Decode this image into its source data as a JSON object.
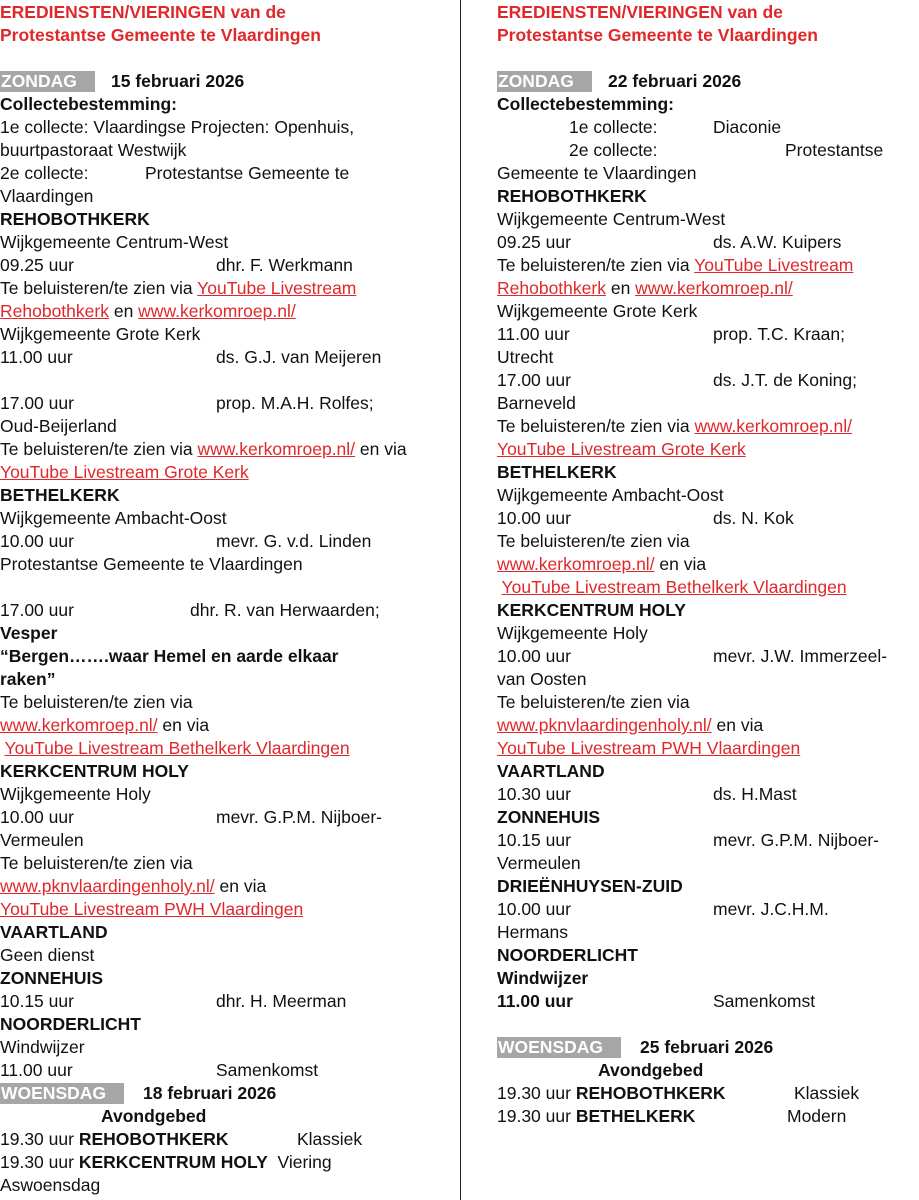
{
  "left": {
    "lines": [
      [
        {
          "t": "EREDIENSTEN/VIERINGEN van de",
          "s": "title"
        }
      ],
      [
        {
          "t": "Protestantse Gemeente te Vlaardingen",
          "s": "title"
        }
      ],
      [],
      [
        {
          "t": "ZONDAG",
          "s": "badge"
        },
        {
          "t": "15 februari 2026",
          "s": "b",
          "tab": "date1"
        }
      ],
      [
        {
          "t": "Collectebestemming:",
          "s": "b"
        }
      ],
      [
        {
          "t": "1e collecte: Vlaardingse Projecten: Openhuis,"
        }
      ],
      [
        {
          "t": "buurtpastoraat Westwijk"
        }
      ],
      [
        {
          "t": "2e collecte:"
        },
        {
          "t": "Protestantse Gemeente te",
          "tab": "coll"
        }
      ],
      [
        {
          "t": "Vlaardingen"
        }
      ],
      [
        {
          "t": "REHOBOTHKERK",
          "s": "b"
        }
      ],
      [
        {
          "t": "Wijkgemeente Centrum-West"
        }
      ],
      [
        {
          "t": "09.25 uur"
        },
        {
          "t": "dhr. F. Werkmann",
          "tab": "name"
        }
      ],
      [
        {
          "t": "Te beluisteren/te zien via "
        },
        {
          "t": "YouTube Livestream",
          "s": "link"
        }
      ],
      [
        {
          "t": "Rehobothkerk",
          "s": "link"
        },
        {
          "t": " en "
        },
        {
          "t": "www.kerkomroep.nl/",
          "s": "link"
        }
      ],
      [
        {
          "t": "Wijkgemeente Grote Kerk"
        }
      ],
      [
        {
          "t": "11.00 uur"
        },
        {
          "t": "ds. G.J. van Meijeren",
          "tab": "name"
        }
      ],
      [],
      [
        {
          "t": "17.00 uur"
        },
        {
          "t": "prop. M.A.H. Rolfes;",
          "tab": "name"
        }
      ],
      [
        {
          "t": "Oud-Beijerland"
        }
      ],
      [
        {
          "t": "Te beluisteren/te zien via "
        },
        {
          "t": "www.kerkomroep.nl/",
          "s": "link"
        },
        {
          "t": " en via"
        }
      ],
      [
        {
          "t": "YouTube Livestream Grote Kerk",
          "s": "link"
        }
      ],
      [
        {
          "t": "BETHELKERK",
          "s": "b"
        }
      ],
      [
        {
          "t": "Wijkgemeente Ambacht-Oost"
        }
      ],
      [
        {
          "t": "10.00 uur"
        },
        {
          "t": "mevr. G. v.d. Linden",
          "tab": "name"
        }
      ],
      [
        {
          "t": "Protestantse Gemeente te Vlaardingen"
        }
      ],
      [],
      [
        {
          "t": "17.00 uur"
        },
        {
          "t": "dhr. R. van Herwaarden;",
          "tab": "name2"
        }
      ],
      [
        {
          "t": "Vesper",
          "s": "b"
        }
      ],
      [
        {
          "t": "“Bergen…….waar Hemel en aarde elkaar",
          "s": "b"
        }
      ],
      [
        {
          "t": "raken”",
          "s": "b"
        }
      ],
      [
        {
          "t": "Te beluisteren/te zien via"
        }
      ],
      [
        {
          "t": "www.kerkomroep.nl/",
          "s": "link"
        },
        {
          "t": " en via"
        }
      ],
      [
        {
          "t": " "
        },
        {
          "t": "YouTube Livestream Bethelkerk Vlaardingen",
          "s": "link"
        }
      ],
      [
        {
          "t": "KERKCENTRUM HOLY",
          "s": "b"
        }
      ],
      [
        {
          "t": "Wijkgemeente Holy"
        }
      ],
      [
        {
          "t": "10.00 uur"
        },
        {
          "t": "mevr. G.P.M. Nijboer-",
          "tab": "name"
        }
      ],
      [
        {
          "t": "Vermeulen"
        }
      ],
      [
        {
          "t": "Te beluisteren/te zien via"
        }
      ],
      [
        {
          "t": "www.pknvlaardingenholy.nl/",
          "s": "link"
        },
        {
          "t": " en via"
        }
      ],
      [
        {
          "t": "YouTube Livestream PWH Vlaardingen",
          "s": "link"
        }
      ],
      [
        {
          "t": "VAARTLAND",
          "s": "b"
        }
      ],
      [
        {
          "t": "Geen dienst"
        }
      ],
      [
        {
          "t": "ZONNEHUIS",
          "s": "b"
        }
      ],
      [
        {
          "t": "10.15 uur"
        },
        {
          "t": "dhr. H. Meerman",
          "tab": "name"
        }
      ],
      [
        {
          "t": "NOORDERLICHT",
          "s": "b"
        }
      ],
      [
        {
          "t": "Windwijzer"
        }
      ],
      [
        {
          "t": "11.00 uur"
        },
        {
          "t": "Samenkomst",
          "tab": "name"
        }
      ],
      [
        {
          "t": "WOENSDAG",
          "s": "badge"
        },
        {
          "t": "18 februari 2026",
          "s": "b",
          "tab": "date2"
        }
      ],
      [
        {
          "t": "Avondgebed",
          "s": "b",
          "tab": "avond"
        }
      ],
      [
        {
          "t": "19.30 uur "
        },
        {
          "t": "REHOBOTHKERK",
          "s": "b"
        },
        {
          "t": "Klassiek",
          "tab": "kind"
        }
      ],
      [
        {
          "t": "19.30 uur "
        },
        {
          "t": "KERKCENTRUM HOLY",
          "s": "b"
        },
        {
          "t": "  Viering"
        }
      ],
      [
        {
          "t": "Aswoensdag"
        }
      ]
    ]
  },
  "right": {
    "lines": [
      [
        {
          "t": "EREDIENSTEN/VIERINGEN van de",
          "s": "title"
        }
      ],
      [
        {
          "t": "Protestantse Gemeente te Vlaardingen",
          "s": "title"
        }
      ],
      [],
      [
        {
          "t": "ZONDAG",
          "s": "badge"
        },
        {
          "t": "22 februari 2026",
          "s": "b",
          "tab": "date1"
        }
      ],
      [
        {
          "t": "Collectebestemming:",
          "s": "b"
        }
      ],
      [
        {
          "t": "1e collecte:",
          "tab": "indent"
        },
        {
          "t": "Diaconie",
          "tab": "name"
        }
      ],
      [
        {
          "t": "2e collecte:",
          "tab": "indent"
        },
        {
          "t": "Protestantse",
          "tab": "far"
        }
      ],
      [
        {
          "t": "Gemeente te Vlaardingen"
        }
      ],
      [
        {
          "t": "REHOBOTHKERK",
          "s": "b"
        }
      ],
      [
        {
          "t": "Wijkgemeente Centrum-West"
        }
      ],
      [
        {
          "t": "09.25 uur"
        },
        {
          "t": "ds. A.W. Kuipers",
          "tab": "name"
        }
      ],
      [
        {
          "t": "Te beluisteren/te zien via "
        },
        {
          "t": "YouTube Livestream",
          "s": "link"
        }
      ],
      [
        {
          "t": "Rehobothkerk",
          "s": "link"
        },
        {
          "t": " en "
        },
        {
          "t": "www.kerkomroep.nl/",
          "s": "link"
        }
      ],
      [
        {
          "t": "Wijkgemeente Grote Kerk"
        }
      ],
      [
        {
          "t": "11.00 uur"
        },
        {
          "t": "prop. T.C. Kraan;",
          "tab": "name"
        }
      ],
      [
        {
          "t": "Utrecht"
        }
      ],
      [
        {
          "t": "17.00 uur"
        },
        {
          "t": "ds. J.T. de Koning;",
          "tab": "name"
        }
      ],
      [
        {
          "t": "Barneveld"
        }
      ],
      [
        {
          "t": "Te beluisteren/te zien via "
        },
        {
          "t": "www.kerkomroep.nl/",
          "s": "link"
        }
      ],
      [
        {
          "t": "YouTube Livestream Grote Kerk",
          "s": "link"
        }
      ],
      [
        {
          "t": "BETHELKERK",
          "s": "b"
        }
      ],
      [
        {
          "t": "Wijkgemeente Ambacht-Oost"
        }
      ],
      [
        {
          "t": "10.00 uur"
        },
        {
          "t": "ds. N. Kok",
          "tab": "name"
        }
      ],
      [
        {
          "t": "Te beluisteren/te zien via"
        }
      ],
      [
        {
          "t": "www.kerkomroep.nl/",
          "s": "link"
        },
        {
          "t": " en via"
        }
      ],
      [
        {
          "t": " "
        },
        {
          "t": "YouTube Livestream Bethelkerk Vlaardingen",
          "s": "link"
        }
      ],
      [
        {
          "t": "KERKCENTRUM HOLY",
          "s": "b"
        }
      ],
      [
        {
          "t": "Wijkgemeente Holy"
        }
      ],
      [
        {
          "t": "10.00 uur"
        },
        {
          "t": "mevr. J.W. Immerzeel-",
          "tab": "name"
        }
      ],
      [
        {
          "t": "van Oosten"
        }
      ],
      [
        {
          "t": "Te beluisteren/te zien via"
        }
      ],
      [
        {
          "t": "www.pknvlaardingenholy.nl/",
          "s": "link"
        },
        {
          "t": " en via"
        }
      ],
      [
        {
          "t": "YouTube Livestream PWH Vlaardingen",
          "s": "link"
        }
      ],
      [
        {
          "t": "VAARTLAND",
          "s": "b"
        }
      ],
      [
        {
          "t": "10.30 uur"
        },
        {
          "t": "ds. H.Mast",
          "tab": "name"
        }
      ],
      [
        {
          "t": "ZONNEHUIS",
          "s": "b"
        }
      ],
      [
        {
          "t": "10.15 uur"
        },
        {
          "t": "mevr. G.P.M. Nijboer-",
          "tab": "name"
        }
      ],
      [
        {
          "t": "Vermeulen"
        }
      ],
      [
        {
          "t": "DRIEËNHUYSEN-ZUID",
          "s": "b"
        }
      ],
      [
        {
          "t": "10.00 uur"
        },
        {
          "t": "mevr. J.C.H.M.",
          "tab": "name"
        }
      ],
      [
        {
          "t": "Hermans"
        }
      ],
      [
        {
          "t": "NOORDERLICHT",
          "s": "b"
        }
      ],
      [
        {
          "t": "Windwijzer",
          "s": "b"
        }
      ],
      [
        {
          "t": "11.00 uur",
          "s": "b"
        },
        {
          "t": "Samenkomst",
          "tab": "name"
        }
      ],
      [],
      [
        {
          "t": "WOENSDAG",
          "s": "badge"
        },
        {
          "t": "25 februari 2026",
          "s": "b",
          "tab": "date2"
        }
      ],
      [
        {
          "t": "Avondgebed",
          "s": "b",
          "tab": "avond"
        }
      ],
      [
        {
          "t": "19.30 uur "
        },
        {
          "t": "REHOBOTHKERK",
          "s": "b"
        },
        {
          "t": "Klassiek",
          "tab": "kind"
        }
      ],
      [
        {
          "t": "19.30 uur "
        },
        {
          "t": "BETHELKERK",
          "s": "b"
        },
        {
          "t": "Modern",
          "tab": "kind2"
        }
      ]
    ]
  }
}
